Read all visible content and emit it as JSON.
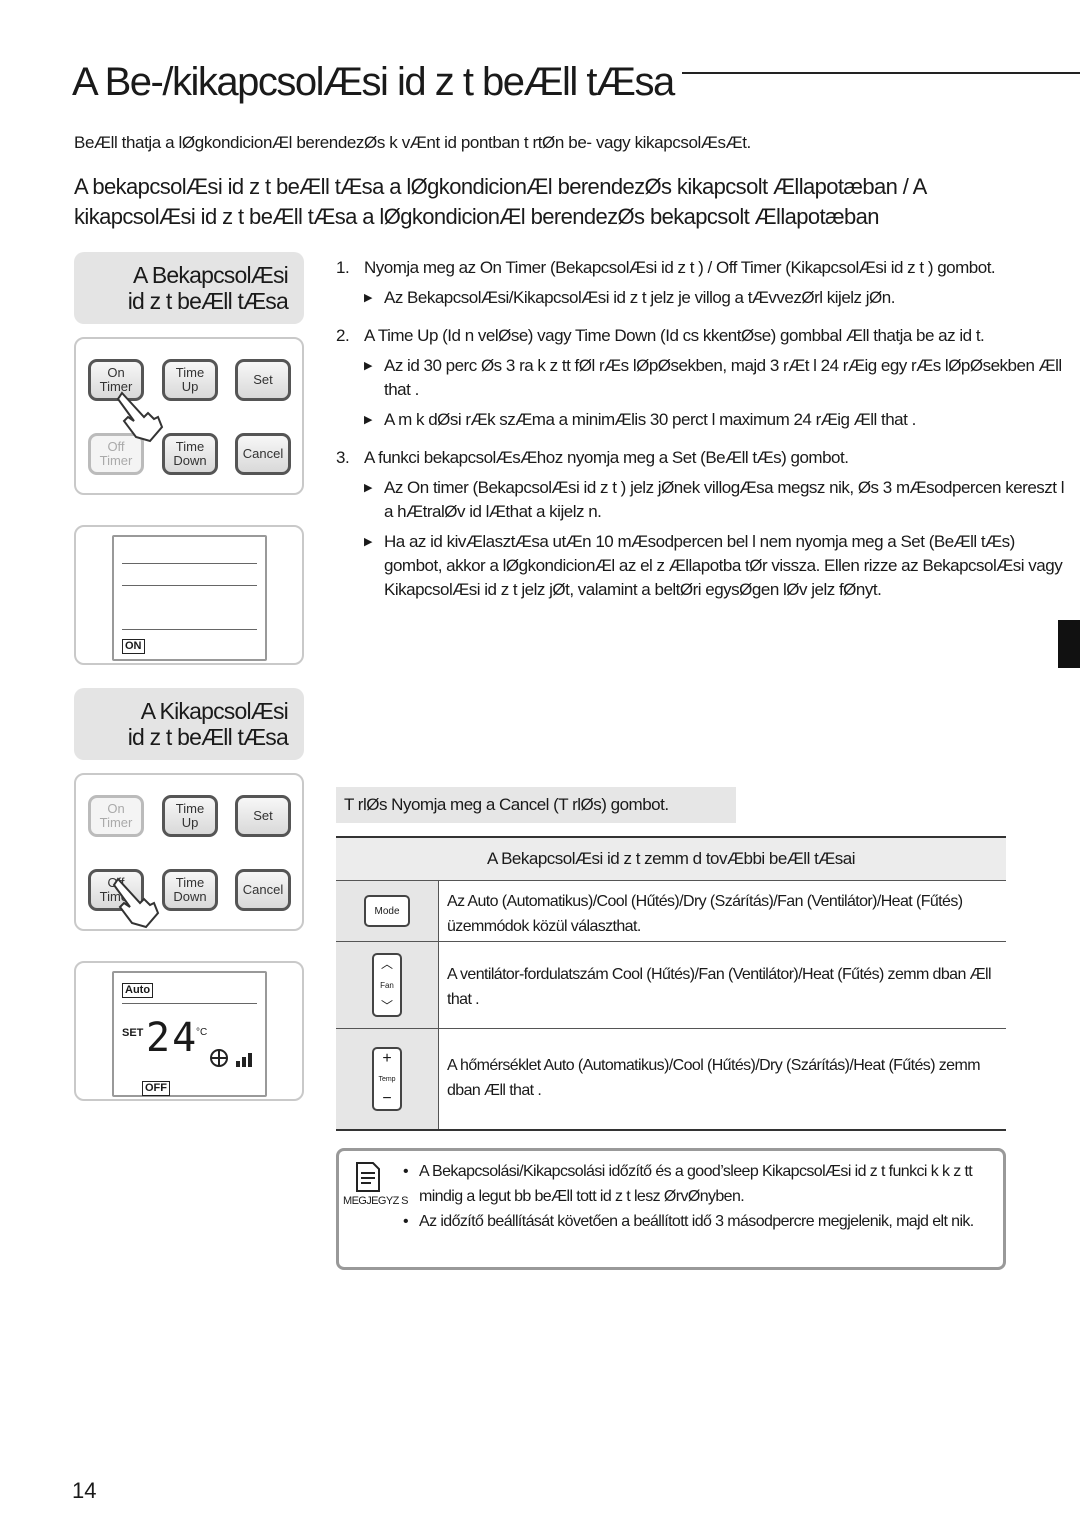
{
  "page": {
    "title": "A Be-/kikapcsolÆsi id z t  beÆll tÆsa",
    "intro": "BeÆll thatja a lØgkondicionÆl  berendezØs k vÆnt id pontban t rtØn  be- vagy kikapcsolÆsÆt.",
    "subheading": "A bekapcsolÆsi id z t  beÆll tÆsa a lØgkondicionÆl  berendezØs kikapcsolt Ællapotæban / A kikapcsolÆsi id z t  beÆll tÆsa a lØgkondicionÆl  berendezØs bekapcsolt Ællapotæban",
    "page_number": "14"
  },
  "left": {
    "pill_on": [
      "A BekapcsolÆsi",
      "id z t  beÆll tÆsa"
    ],
    "pill_off": [
      "A KikapcsolÆsi",
      "id z t  beÆll tÆsa"
    ],
    "remote_buttons": {
      "on": [
        "On",
        "Timer"
      ],
      "time_up": [
        "Time",
        "Up"
      ],
      "set": "Set",
      "off": [
        "Off",
        "Timer"
      ],
      "time_down": [
        "Time",
        "Down"
      ],
      "cancel": "Cancel"
    },
    "display1": {
      "on_tag": "ON"
    },
    "display2": {
      "auto_tag": "Auto",
      "set_label": "SET",
      "temp": "24",
      "unit": "°C",
      "off_tag": "OFF"
    }
  },
  "steps": [
    {
      "num": "1.",
      "text": "Nyomja meg az On Timer (BekapcsolÆsi id z t ) / Off Timer (KikapcsolÆsi id z t ) gombot.",
      "bullets": [
        "Az BekapcsolÆsi/KikapcsolÆsi id z t  jelz je villog a tÆvvezØrl  kijelz jØn."
      ]
    },
    {
      "num": "2.",
      "text": "A Time Up (Id  n velØse) vagy Time Down (Id  cs kkentØse) gombbal Æll thatja be az id t.",
      "bullets": [
        "Az id  30 perc Øs 3  ra k z tt fØl rÆs lØpØsekben, majd 3  rÆt l 24  rÆig egy rÆs lØpØsekben Æll that .",
        "A m k dØsi  rÆk szÆma a minimÆlis 30 perct l maximum 24  rÆig Æll that ."
      ]
    },
    {
      "num": "3.",
      "text": "A funkci  bekapcsolÆsÆhoz nyomja meg a Set (BeÆll tÆs) gombot.",
      "bullets": [
        "Az On timer (BekapcsolÆsi id z t ) jelz jØnek villogÆsa megsz nik, Øs 3 mÆsodpercen kereszt l a hÆtralØv  id  lÆthat  a kijelz n.",
        "Ha az id  kivÆlasztÆsa utÆn 10 mÆsodpercen bel l nem nyomja meg a Set (BeÆll tÆs) gombot, akkor a lØgkondicionÆl  az el z  Ællapotba tØr vissza. Ellen rizze az BekapcsolÆsi vagy KikapcsolÆsi id z t  jelz jØt, valamint a beltØri egysØgen lØv  jelz fØnyt."
      ]
    }
  ],
  "cancel_text": "T rlØs     Nyomja meg a Cancel (T rlØs) gombot.",
  "table": {
    "header": "A BekapcsolÆsi id z t   zemm d tovÆbbi beÆll tÆsai",
    "rows": [
      {
        "icon": "mode-button-icon",
        "icon_label": "Mode",
        "text": "Az Auto (Automatikus)/Cool (Hűtés)/Dry (Szárítás)/Fan (Ventilátor)/Heat (Fűtés) üzemmódok közül választhat."
      },
      {
        "icon": "fan-button-icon",
        "icon_label": "Fan",
        "text": "A ventilátor-fordulatszám Cool (Hűtés)/Fan (Ventilátor)/Heat (Fűtés)  zemm dban Æll that ."
      },
      {
        "icon": "temp-button-icon",
        "icon_label": "Temp",
        "text": "A hőmérséklet Auto (Automatikus)/Cool (Hűtés)/Dry (Szárítás)/Heat (Fűtés)  zemm dban Æll that ."
      }
    ]
  },
  "note": {
    "label": "MEGJEGYZ S",
    "items": [
      "A Bekapcsolási/Kikapcsolási időzítő és a good’sleep KikapcsolÆsi id z t  funkci k k z tt mindig a legut bb beÆll tott id z t  lesz ØrvØnyben.",
      "Az időzítő beállítását követően a beállított idő 3 másodpercre megjelenik, majd elt nik."
    ]
  }
}
